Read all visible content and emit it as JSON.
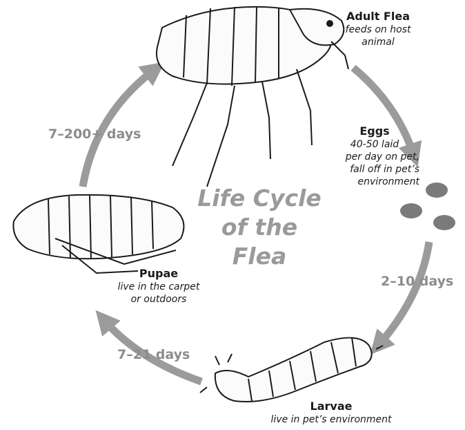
{
  "diagram": {
    "title_line1": "Life Cycle",
    "title_line2": "of the Flea",
    "stages": {
      "adult": {
        "name": "Adult Flea",
        "desc_line1": "feeds on host",
        "desc_line2": "animal"
      },
      "eggs": {
        "name": "Eggs",
        "desc_line1": "40-50 laid",
        "desc_line2": "per day on pet,",
        "desc_line3": "fall off in pet’s",
        "desc_line4": "environment"
      },
      "larvae": {
        "name": "Larvae",
        "desc_line1": "live in pet’s environment"
      },
      "pupae": {
        "name": "Pupae",
        "desc_line1": "live in the carpet",
        "desc_line2": "or outdoors"
      }
    },
    "durations": {
      "eggs_to_larvae": "2–10 days",
      "larvae_to_pupae": "7–21 days",
      "pupae_to_adult": "7–200+ days"
    },
    "colors": {
      "arrow": "#9b9b9b",
      "title": "#9a9a9a",
      "egg": "#7a7a7a",
      "ink": "#1a1a1a"
    }
  }
}
